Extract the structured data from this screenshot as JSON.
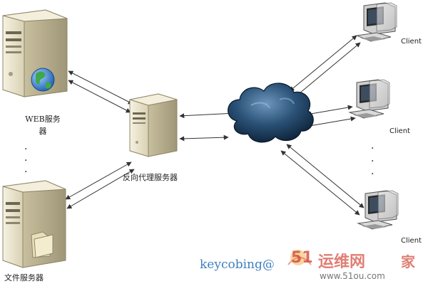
{
  "labels": {
    "web_server_line1": "WEB服务",
    "web_server_line2": "器",
    "file_server": "文件服务器",
    "proxy_server": "反向代理服务器",
    "client": "Client",
    "ellipsis": "·"
  },
  "watermark": {
    "author": "keycobing@",
    "brand_num": "51",
    "brand_cn": "运维网",
    "brand_tail": "家",
    "site": "www.51ou.com"
  },
  "colors": {
    "arrow": "#333333",
    "cloud_dark": "#0f2a44",
    "cloud_light": "#5f87ad",
    "server_beige": "#ece6cf",
    "server_shadow": "#b9b092",
    "watermark_blue": "#3f7fc0",
    "watermark_red": "#d24a3c",
    "watermark_orange": "#f0a020"
  }
}
